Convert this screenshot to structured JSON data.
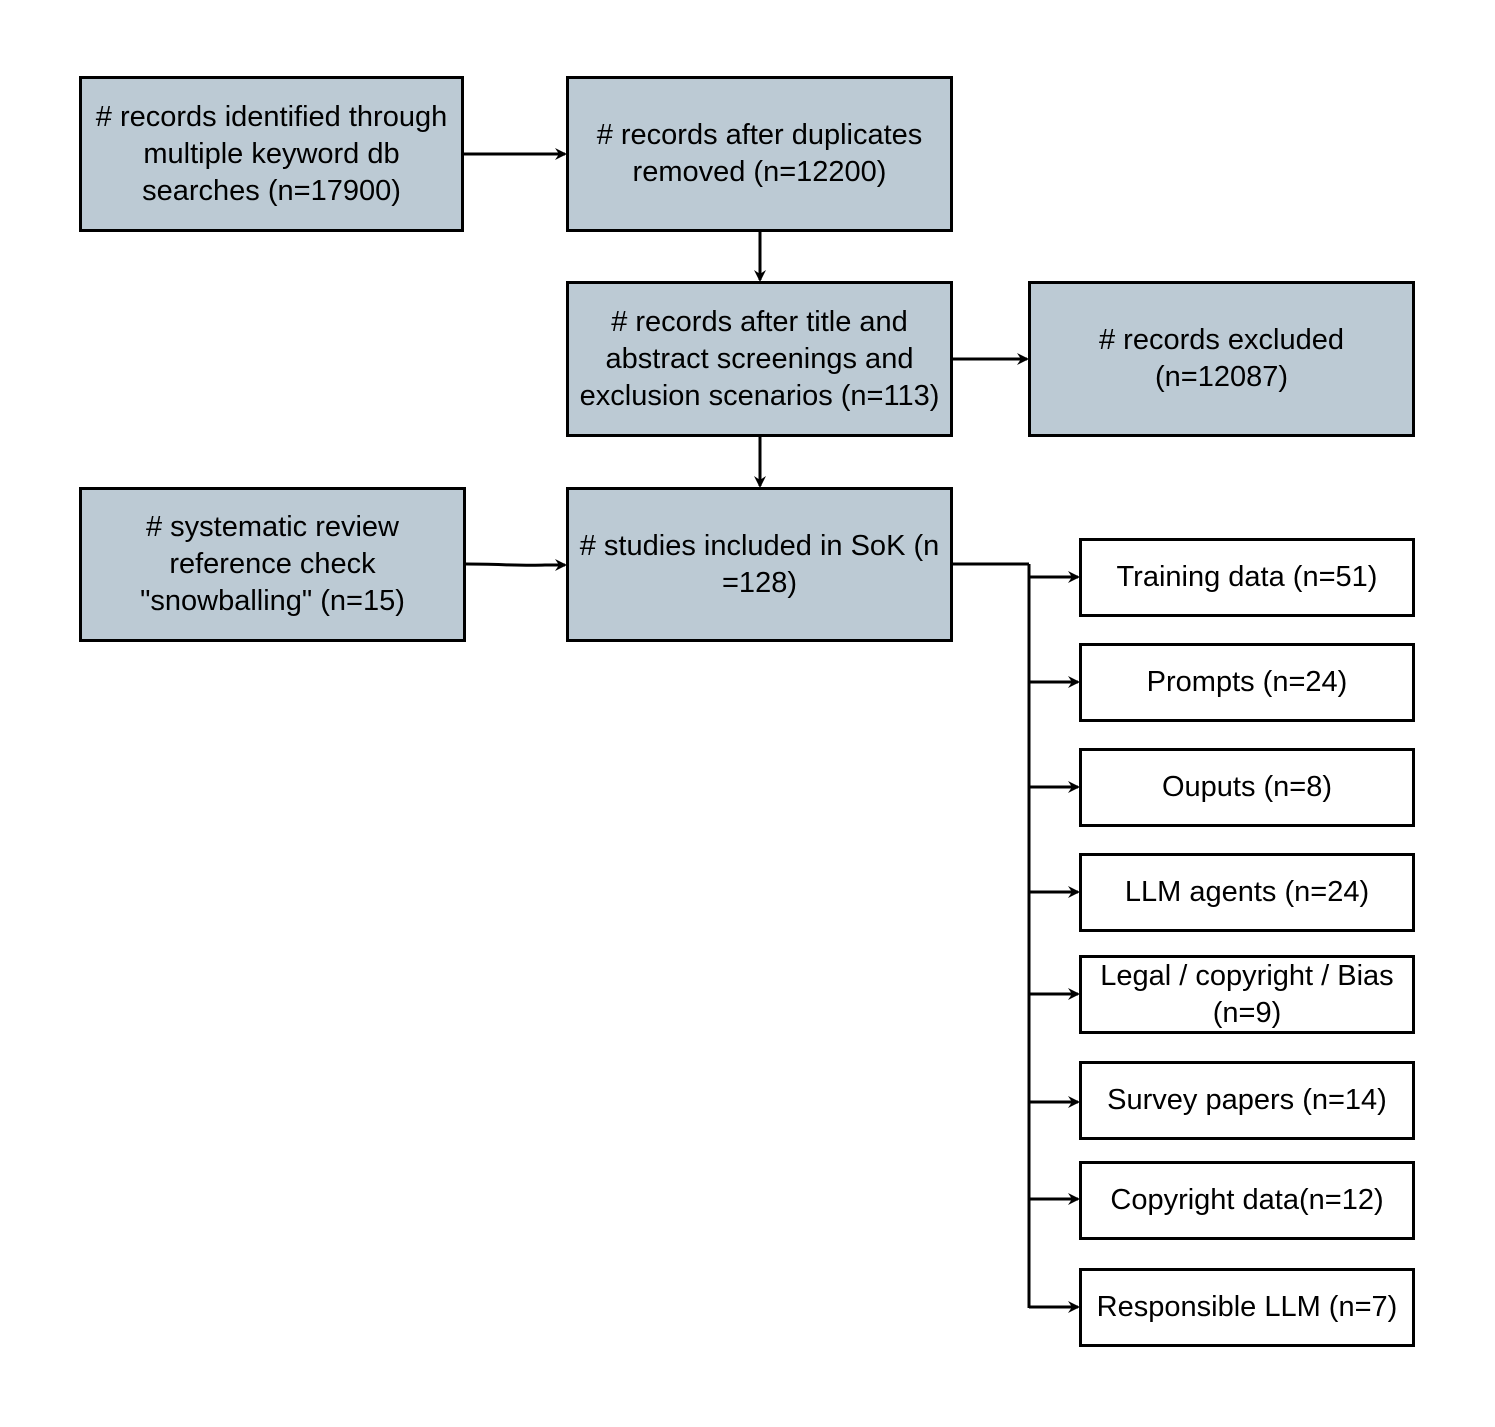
{
  "flow": {
    "identified": "# records identified through multiple keyword db searches (n=17900)",
    "dedup": "# records after duplicates removed (n=12200)",
    "screened": "# records after title and abstract screenings and exclusion scenarios (n=113)",
    "excluded": "# records excluded (n=12087)",
    "snowball": "# systematic review reference check \"snowballing\" (n=15)",
    "included": "# studies included in SoK (n =128)"
  },
  "categories": [
    {
      "label": "Training data (n=51)"
    },
    {
      "label": "Prompts (n=24)"
    },
    {
      "label": "Ouputs (n=8)"
    },
    {
      "label": "LLM agents (n=24)"
    },
    {
      "label": "Legal / copyright / Bias (n=9)"
    },
    {
      "label": "Survey papers (n=14)"
    },
    {
      "label": "Copyright data(n=12)"
    },
    {
      "label": "Responsible LLM (n=7)"
    }
  ],
  "colors": {
    "box_fill": "#bccad4",
    "category_fill": "#ffffff",
    "stroke": "#000000"
  }
}
